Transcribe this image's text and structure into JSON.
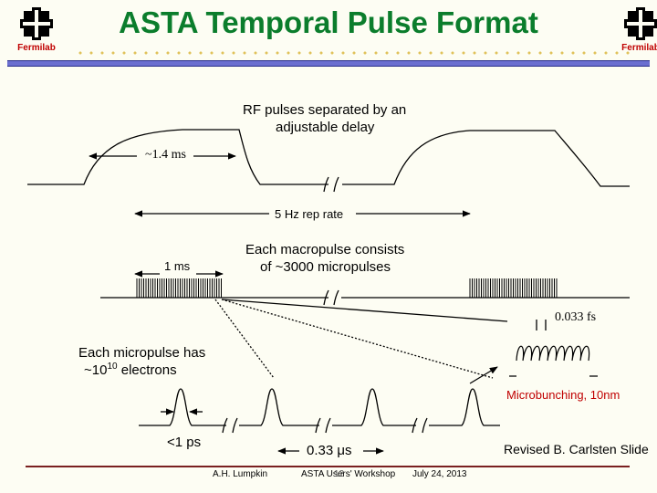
{
  "header": {
    "title": "ASTA Temporal Pulse Format",
    "logo_left_text": "Fermilab",
    "logo_right_text": "Fermilab"
  },
  "labels": {
    "rf_pulses_line1": "RF pulses separated by an",
    "rf_pulses_line2": "adjustable delay",
    "rf_width": "~1.4 ms",
    "rep_rate": "5 Hz rep rate",
    "macropulse_line1": "Each macropulse consists",
    "macropulse_line2": "of ~3000 micropulses",
    "macro_length": "1 ms",
    "fs_spacing": "0.033 fs",
    "micropulse_line1": "Each micropulse has",
    "micropulse_line2_prefix": "~10",
    "micropulse_line2_exp": "10",
    "micropulse_line2_suffix": " electrons",
    "microbunching": "Microbunching, 10nm",
    "pulse_width": "<1 ps",
    "spacing": "0.33 μs",
    "credit": "Revised B. Carlsten Slide"
  },
  "footer": {
    "author": "A.H. Lumpkin",
    "workshop": "ASTA Users' Workshop",
    "date": "July 24, 2013",
    "page": "12"
  },
  "colors": {
    "title": "#0b7d2c",
    "bar": "#6b6fd0",
    "logo": "#c00000",
    "dots": "#e0c25a"
  }
}
